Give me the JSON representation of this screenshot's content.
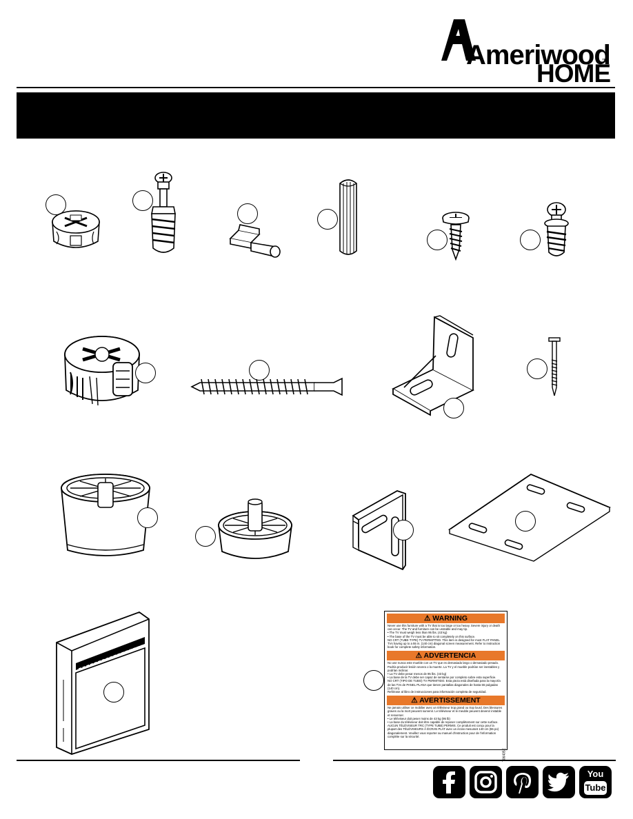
{
  "brand": {
    "logo_word": "Ameriwood",
    "logo_sub": "HOME",
    "trademark": "™"
  },
  "label": {
    "warning_header": "WARNING",
    "warning_text": "Never use this furniture with a TV that is too large or too heavy. Severe injury or death can occur. The TV and furniture can be unstable and may tip.\n•  The TV must weigh less than 95 lbs. (43 kg)\n•  The base of the TV must be able to sit completely on this surface.\nNO CRT (TUBE-TYPE) TV PERMITTED. This item is designed for most FLAT PANEL TVs having up to a 55 in. (140 cm) diagonal screen measurement. Refer to instruction book for complete safety information.",
    "advertencia_header": "ADVERTENCIA",
    "advertencia_text": "No use nunca este mueble con un TV que es demasiado largo o demasiado pesado. Podría producir lesión severa o la muerte. La TV y el mueble podrían ser inestables y podrían inclinar.\n•  La TV debe pesar menos de 95 lbs. (43 kg)\n•  La base de la TV debe ser capaz de sentarse por completo sobre esta superficie.\nNO CRT (TIPO DE TUBO) TV PERMITIDO. Esta pieza está diseñada para la mayoría de las TVs de PANEL PLANA que tienen pantallas diagonales de hasta 55 pulgadas (140 cm).\nRefiérase al libro de instrucciones para información completa de seguridad.",
    "avertissement_header": "AVERTISSEMENT",
    "avertissement_text": "Ne jamais utiliser ce mobilier avec un téléviseur trop grand ou trop lourd. Des blessures graves ou la mort peuvent survenir. Le téléviseur et le meuble peuvent devenir instable et renverser.\n•  Le téléviseur doit peser moins de 43 kg (95 lb)\n•  La base du téléviseur doit être capable de reposer complètement sur cette surface.\nAUCUN TÉLÉVISEUR TRC (TYPE TUBE) PERMIS. Ce produit est conçu pour la plupart des TÉLÉVISEURS À ÉCRAN PLAT avec un écran mesurant 140 cm (55 po) diagonalement. Veuillez vous reporter au manuel d'instruction pour de l'information complète sur la sécurité.",
    "code": "T06405E"
  },
  "parts": [
    "cam-lock-small-icon",
    "cam-bolt-icon",
    "shelf-pin-icon",
    "wooden-dowel-icon",
    "pan-head-screw-icon",
    "cam-screw-icon",
    "cam-lock-large-icon",
    "long-screw-icon",
    "corner-bracket-icon",
    "nail-icon",
    "tall-foot-icon",
    "short-foot-icon",
    "l-bracket-icon",
    "mounting-plate-icon",
    "drawer-box-icon",
    "warning-label"
  ],
  "social": [
    "facebook-icon",
    "instagram-icon",
    "pinterest-icon",
    "twitter-icon",
    "youtube-icon"
  ],
  "youtube_text": {
    "top": "You",
    "bottom": "Tube"
  },
  "colors": {
    "label_orange": "#e8782a",
    "ink": "#000000"
  }
}
